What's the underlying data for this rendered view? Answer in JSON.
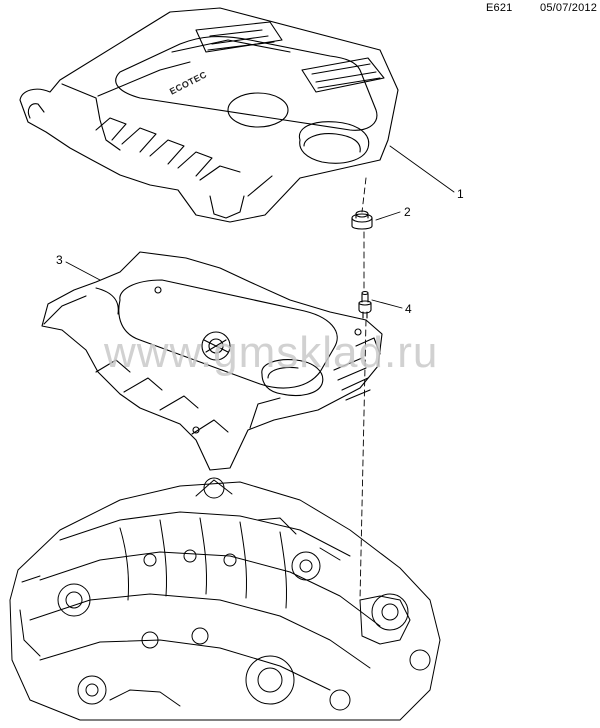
{
  "header": {
    "code": "E621",
    "date": "05/07/2012"
  },
  "callouts": {
    "c1": "1",
    "c2": "2",
    "c3": "3",
    "c4": "4"
  },
  "cover_label": "ECOTEC",
  "watermark": "www.gmsklad.ru",
  "colors": {
    "line": "#000000",
    "watermark": "#c9c9c9",
    "background": "#ffffff"
  }
}
